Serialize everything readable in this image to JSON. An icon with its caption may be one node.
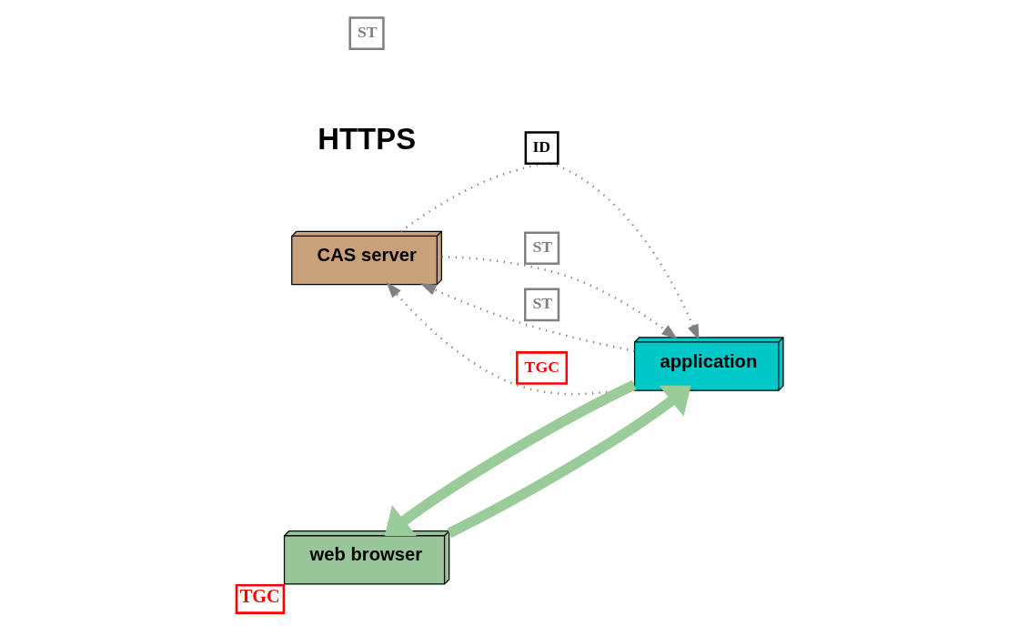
{
  "diagram": {
    "nodes": [
      {
        "text": [
          "CAS server"
        ]
      },
      {
        "text": [
          "application"
        ]
      },
      {
        "text": [
          "web browser"
        ],
        "beside": [
          "TGC"
        ]
      }
    ],
    "edges": [
      {
        "from": 0,
        "to": 1,
        "arrow": "to",
        "label": "ID",
        "style": "dashed"
      },
      {
        "from": 1,
        "to": 0,
        "arrow": "to",
        "label": "ST",
        "style": "dashed"
      },
      {
        "from": 1,
        "to": 0,
        "arrow": "to",
        "label": "TGC",
        "style": "dashed"
      },
      {
        "from": 0,
        "to": 1,
        "arrow": "to",
        "label": "ST",
        "style": "dashed"
      },
      {
        "from": 2,
        "to": 1,
        "arrow": "to",
        "style": "thick",
        "color": "#99cc99"
      },
      {
        "from": 1,
        "to": 2,
        "arrow": "to",
        "style": "thick",
        "color": "#99cc99"
      }
    ],
    "labels": [
      "HTTPS",
      "ST"
    ]
  }
}
